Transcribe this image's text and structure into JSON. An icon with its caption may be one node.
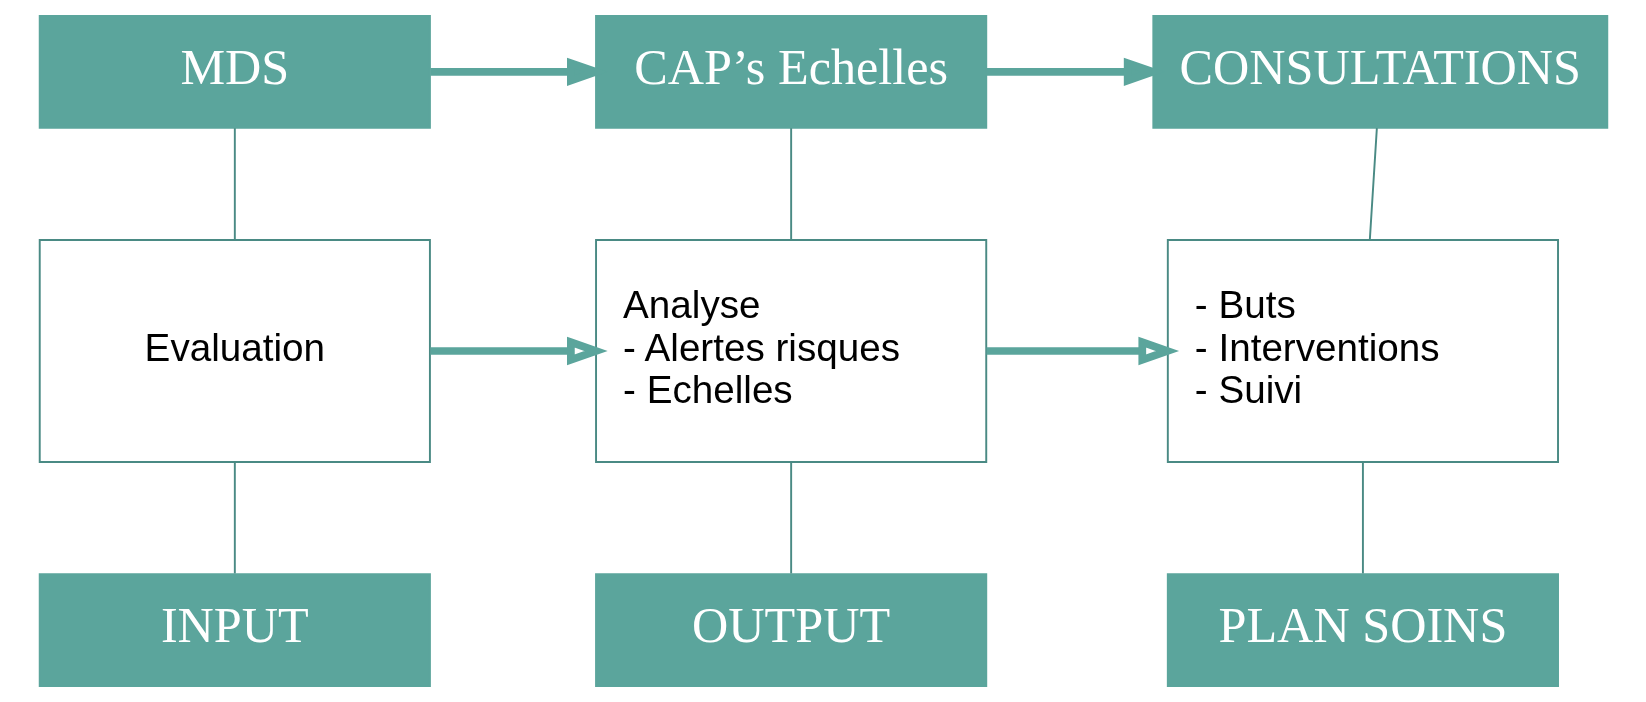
{
  "diagram": {
    "nodes": [
      {
        "text": [
          "MDS"
        ]
      },
      {
        "text": [
          "CAP’s Echelles"
        ]
      },
      {
        "text": [
          "CONSULTATIONS"
        ]
      },
      {
        "text": [
          "Evaluation"
        ]
      },
      {
        "text": [
          "Analyse",
          "- Alertes risques",
          "- Echelles"
        ]
      },
      {
        "text": [
          "- Buts",
          "- Interventions",
          "- Suivi"
        ]
      },
      {
        "text": [
          "INPUT"
        ]
      },
      {
        "text": [
          "OUTPUT"
        ]
      },
      {
        "text": [
          "PLAN SOINS"
        ]
      }
    ],
    "edges": [
      {
        "from": 0,
        "to": 1,
        "arrow": "to",
        "style": "thick",
        "color": "#5ba59c"
      },
      {
        "from": 1,
        "to": 2,
        "arrow": "to",
        "style": "thick",
        "color": "#5ba59c"
      },
      {
        "from": 3,
        "to": 4,
        "arrow": "to",
        "style": "thick",
        "color": "#5ba59c"
      },
      {
        "from": 4,
        "to": 5,
        "arrow": "to",
        "style": "thick",
        "color": "#5ba59c"
      },
      {
        "from": 0,
        "to": 3,
        "arrow": "none"
      },
      {
        "from": 3,
        "to": 6,
        "arrow": "none"
      },
      {
        "from": 1,
        "to": 4,
        "arrow": "none"
      },
      {
        "from": 4,
        "to": 7,
        "arrow": "none"
      },
      {
        "from": 2,
        "to": 5,
        "arrow": "none"
      },
      {
        "from": 5,
        "to": 8,
        "arrow": "none"
      }
    ]
  }
}
